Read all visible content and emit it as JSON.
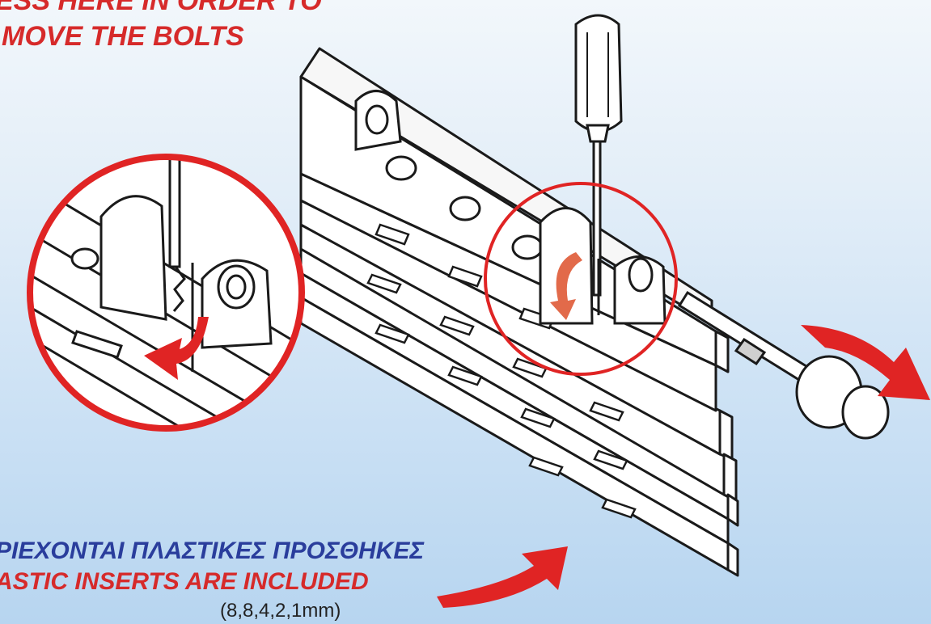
{
  "captions": {
    "line1": "ESS HERE IN ORDER TO",
    "line2": "MOVE THE BOLTS",
    "greek": "ΡΙΕΧΟΝΤΑΙ ΠΛΑΣΤΙΚΕΣ ΠΡΟΣΘΗΚΕΣ",
    "english": "ASTIC INSERTS ARE INCLUDED",
    "sizes": "(8,8,4,2,1mm)"
  },
  "colors": {
    "accent_red": "#e02424",
    "caption_red": "#d62a2a",
    "caption_blue": "#2a3d9c",
    "line_art": "#1a1a1a"
  },
  "icons": [
    "screwdriver-icon",
    "rotate-arrow-icon",
    "pull-arrow-icon",
    "pointer-arrow-icon",
    "magnifier-circle-icon"
  ]
}
